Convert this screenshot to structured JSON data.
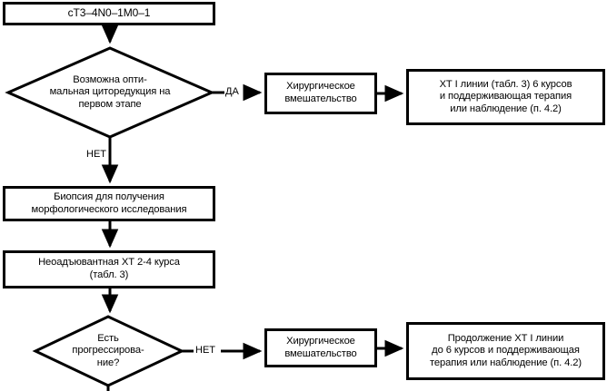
{
  "diagram": {
    "title": "cT3-4N0-1M0-1 treatment algorithm",
    "colors": {
      "stroke": "#000000",
      "fill": "#ffffff",
      "text": "#000000"
    },
    "nodes": {
      "stage_box": {
        "label": "cT3–4N0–1M0–1",
        "shape": "rect"
      },
      "decision_cytoreduction": {
        "label": "Возможна опти-\nмальная циторедукция на\nпервом этапе",
        "shape": "diamond"
      },
      "surgery_top": {
        "label": "Хирургическое\nвмешательство",
        "shape": "rect"
      },
      "therapy_top": {
        "label": "ХТ I линии (табл. 3) 6 курсов\nи поддерживающая терапия\nили наблюдение (п. 4.2)",
        "shape": "rect"
      },
      "biopsy": {
        "label": "Биопсия для получения\nморфологического исследования",
        "shape": "rect"
      },
      "neoadjuvant": {
        "label": "Неоадъювантная ХТ 2-4 курса\n(табл. 3)",
        "shape": "rect"
      },
      "decision_progression": {
        "label": "Есть\nпрогрессирова-\nние?",
        "shape": "diamond"
      },
      "surgery_bottom": {
        "label": "Хирургическое\nвмешательство",
        "shape": "rect"
      },
      "therapy_bottom": {
        "label": "Продолжение ХТ I линии\nдо 6 курсов и поддерживающая\nтерапия или наблюдение (п. 4.2)",
        "shape": "rect"
      }
    },
    "edge_labels": {
      "yes_top": "ДА",
      "no_top": "НЕТ",
      "no_bottom": "НЕТ"
    }
  }
}
